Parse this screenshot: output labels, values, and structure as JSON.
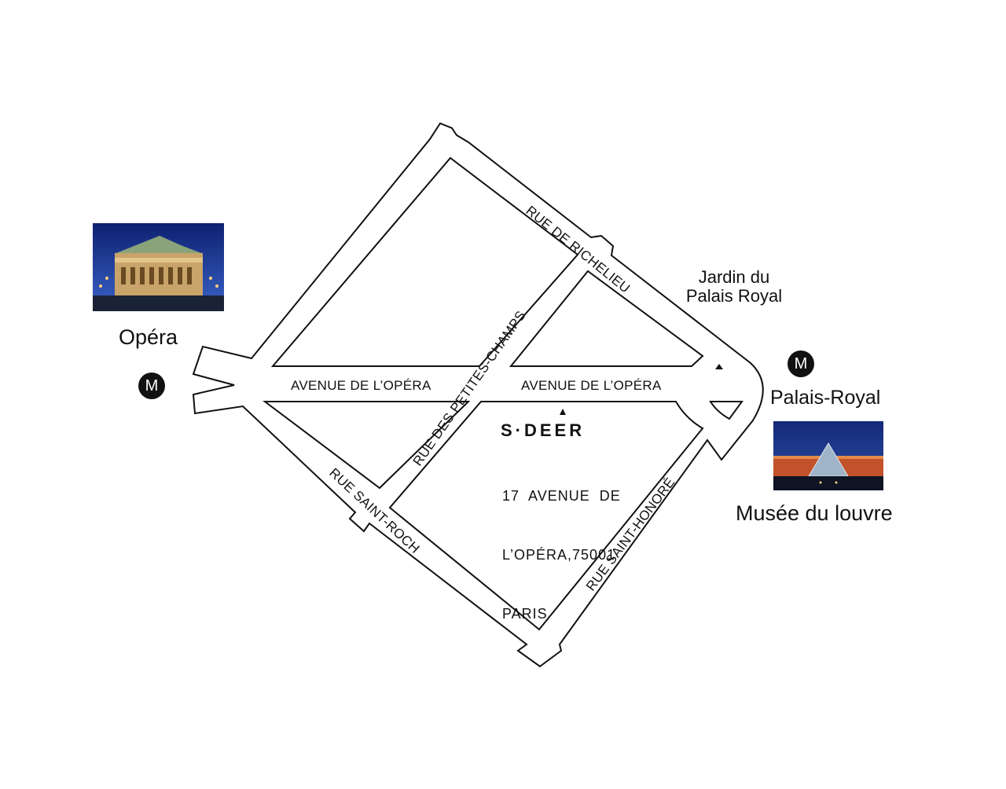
{
  "streets": {
    "richelieu": "RUE DE RICHELIEU",
    "avenue_left": "AVENUE DE L’OPÉRA",
    "avenue_right": "AVENUE DE L’OPÉRA",
    "petits_champs": "RUE DES PETITES-CHAMPS",
    "saint_roch": "RUE SAINT-ROCH",
    "saint_honore": "RUE SAINT-HONORÉ"
  },
  "landmarks": {
    "opera": "Opéra",
    "jardin": [
      "Jardin du",
      "Palais Royal"
    ],
    "palais_royal": "Palais-Royal",
    "louvre": "Musée du louvre"
  },
  "metro_symbol": "M",
  "store": {
    "brand": "S·DEER",
    "address_lines": [
      "17  AVENUE  DE",
      "L’OPÉRA,75001",
      "PARIS"
    ],
    "marker_icon": "triangle-marker-icon"
  },
  "colors": {
    "ink": "#111111",
    "night_sky": "#1c3a8c",
    "louvre_glow": "#d9602a"
  }
}
